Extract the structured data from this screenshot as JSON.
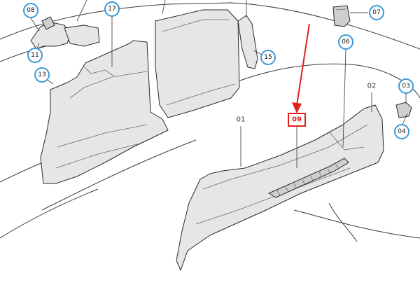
{
  "colors": {
    "callout_ring": "#3a9ad9",
    "callout_fill": "#ffffff",
    "callout_text": "#111111",
    "highlight": "#e0201b"
  },
  "callouts": {
    "c08": "08",
    "c17": "17",
    "c07": "07",
    "c11": "11",
    "c13": "13",
    "c06": "06",
    "c15": "15",
    "c02": "02",
    "c03": "03",
    "c01": "01",
    "c04": "04"
  },
  "highlight": {
    "label": "09"
  }
}
